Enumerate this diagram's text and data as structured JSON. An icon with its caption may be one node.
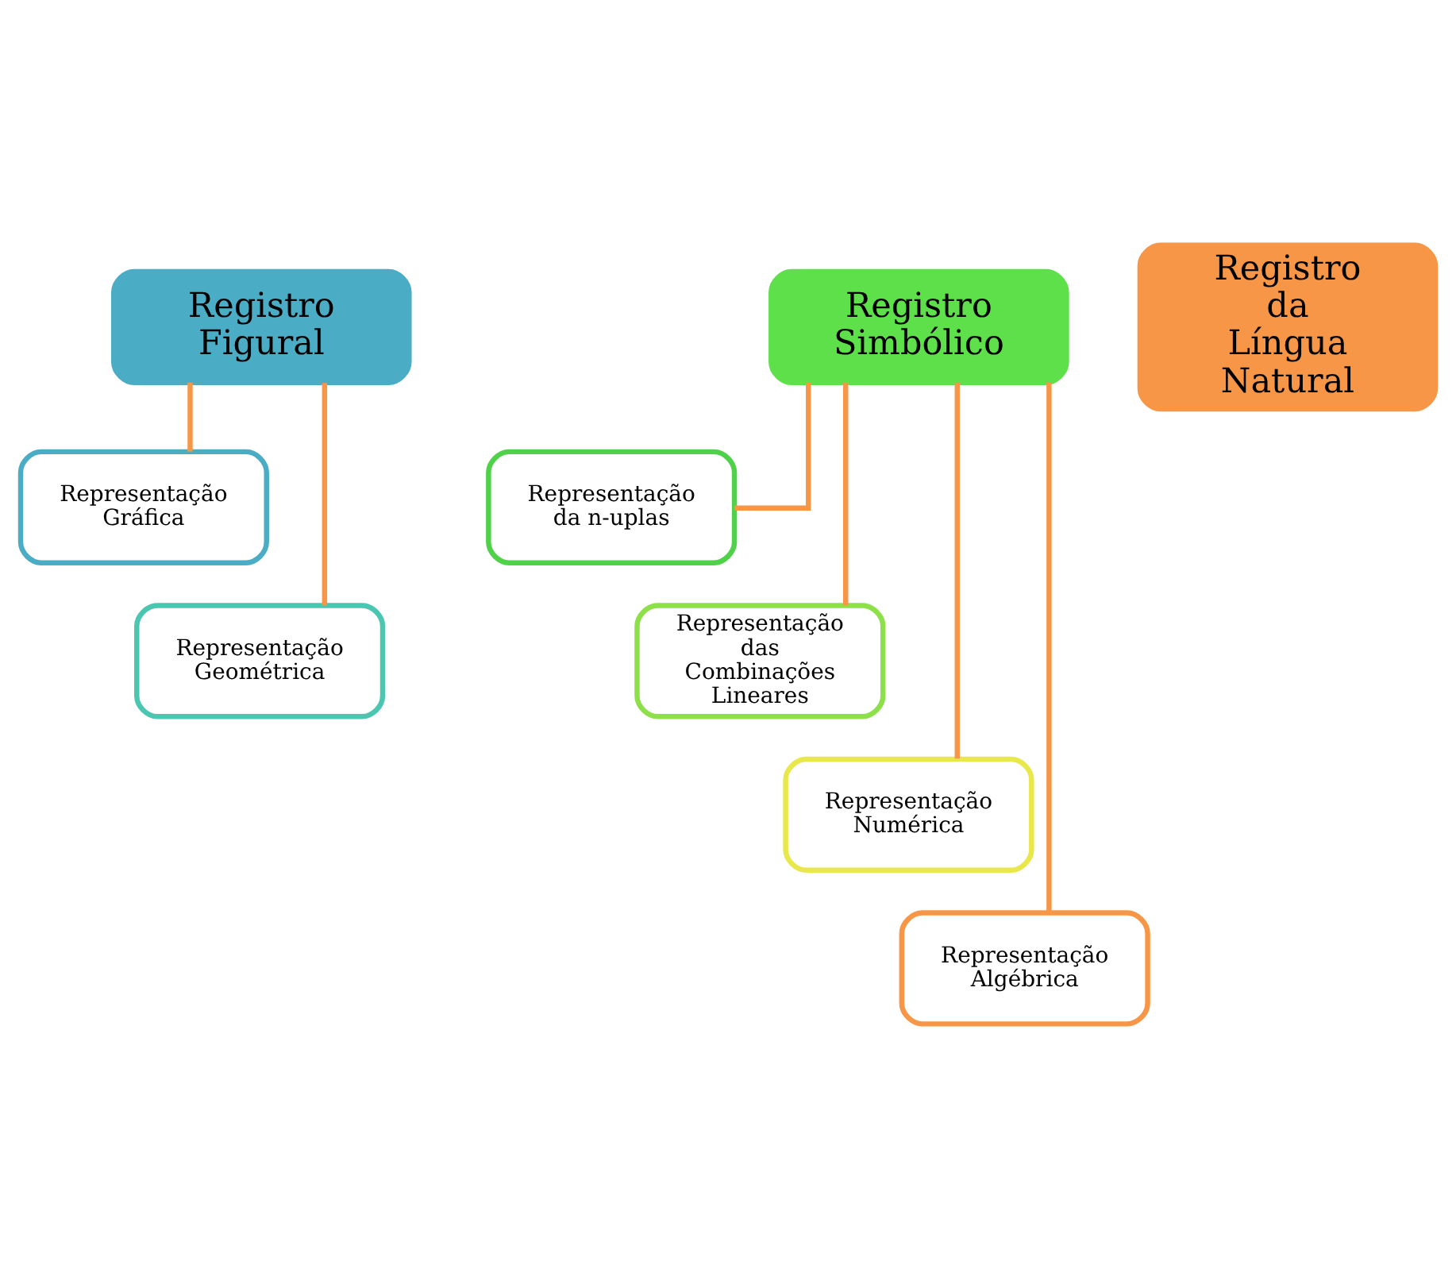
{
  "diagram": {
    "nodes": [
      {
        "text": [
          "Registro Figural"
        ]
      },
      {
        "text": [
          "Representação Gráfica"
        ]
      },
      {
        "text": [
          "Representação Geométrica"
        ]
      },
      {
        "text": [
          "Registro Simbólico"
        ]
      },
      {
        "text": [
          "Representação da n-uplas"
        ]
      },
      {
        "text": [
          "Representação das Combinações Lineares"
        ]
      },
      {
        "text": [
          "Representação Numérica"
        ]
      },
      {
        "text": [
          "Representação Algébrica"
        ]
      },
      {
        "text": [
          "Registro da Língua Natural"
        ]
      }
    ],
    "edges": [
      {
        "from": 0,
        "to": 1,
        "arrow": "none"
      },
      {
        "from": 0,
        "to": 2,
        "arrow": "none"
      },
      {
        "from": 3,
        "to": 4,
        "arrow": "none"
      },
      {
        "from": 3,
        "to": 5,
        "arrow": "none"
      },
      {
        "from": 3,
        "to": 6,
        "arrow": "none"
      },
      {
        "from": 3,
        "to": 7,
        "arrow": "none"
      }
    ]
  }
}
